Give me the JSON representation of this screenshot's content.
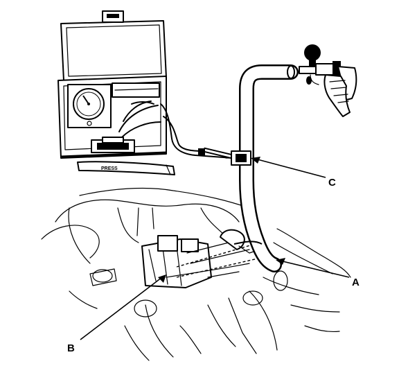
{
  "labels": {
    "a": "A",
    "b": "B",
    "c": "C"
  },
  "tool_marking": "PRESS"
}
